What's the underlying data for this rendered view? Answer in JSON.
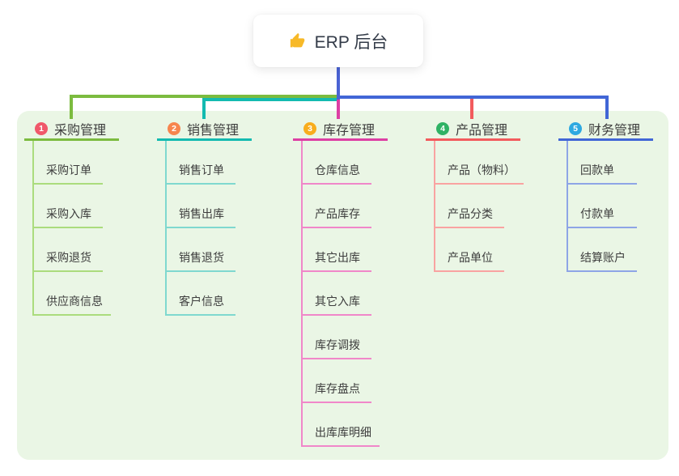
{
  "root": {
    "label": "ERP 后台",
    "icon": "thumbs-up-icon",
    "icon_color": "#f7b928"
  },
  "colors": {
    "root_connector": "#4a63d4",
    "panel_bg": "#eaf6e5"
  },
  "branches": [
    {
      "num": "1",
      "label": "采购管理",
      "badge_color": "#f0586a",
      "line_color": "#7cbb3f",
      "child_line_color": "#abdc7d",
      "children": [
        "采购订单",
        "采购入库",
        "采购退货",
        "供应商信息"
      ]
    },
    {
      "num": "2",
      "label": "销售管理",
      "badge_color": "#f7854e",
      "line_color": "#13bab0",
      "child_line_color": "#7fd8cf",
      "children": [
        "销售订单",
        "销售出库",
        "销售退货",
        "客户信息"
      ]
    },
    {
      "num": "3",
      "label": "库存管理",
      "badge_color": "#f8ad1d",
      "line_color": "#dd3fa4",
      "child_line_color": "#f087c9",
      "children": [
        "仓库信息",
        "产品库存",
        "其它出库",
        "其它入库",
        "库存调拨",
        "库存盘点",
        "出库库明细"
      ]
    },
    {
      "num": "4",
      "label": "产品管理",
      "badge_color": "#2fb264",
      "line_color": "#f25b5d",
      "child_line_color": "#f9a3a1",
      "children": [
        "产品（物料）",
        "产品分类",
        "产品单位"
      ]
    },
    {
      "num": "5",
      "label": "财务管理",
      "badge_color": "#2ea9e1",
      "line_color": "#4166d6",
      "child_line_color": "#8ea5e6",
      "children": [
        "回款单",
        "付款单",
        "结算账户"
      ]
    }
  ]
}
